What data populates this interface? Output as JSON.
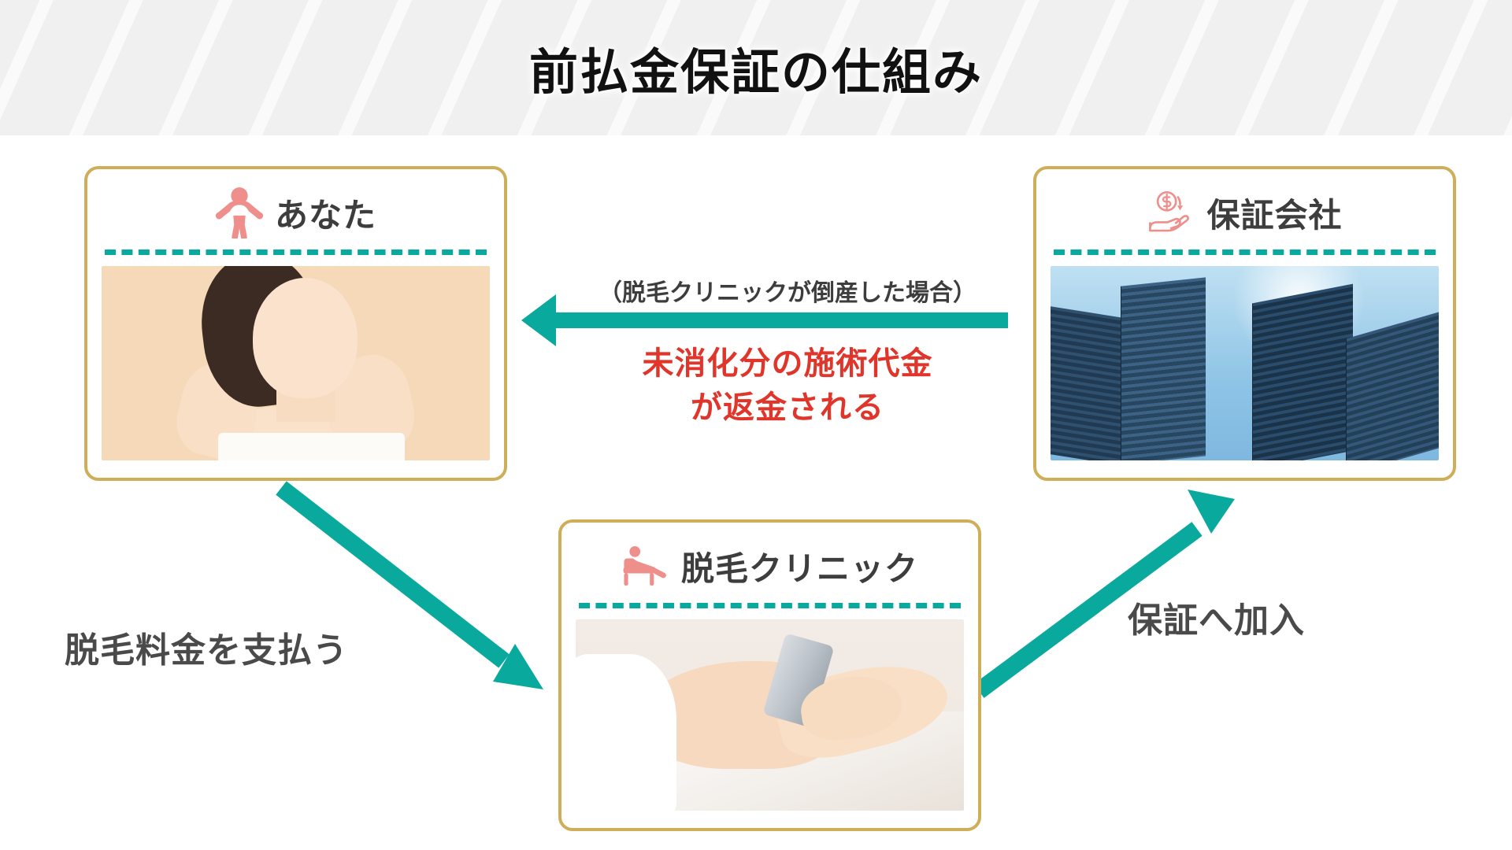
{
  "header": {
    "title": "前払金保証の仕組み"
  },
  "colors": {
    "card_border": "#cfae5a",
    "divider_teal": "#0aa9a0",
    "arrow_teal": "#0aa99e",
    "accent_red": "#e0352a",
    "icon_pink": "#ef8f8c",
    "text_dark": "#4a4a4a",
    "header_bg": "#f0f0f0"
  },
  "cards": [
    {
      "id": "you",
      "title": "あなた",
      "icon": "person-arms-up-icon",
      "photo_alt": "woman-touching-face-photo"
    },
    {
      "id": "guarantee-company",
      "title": "保証会社",
      "icon": "hand-with-money-refund-icon",
      "photo_alt": "office-buildings-photo"
    },
    {
      "id": "clinic",
      "title": "脱毛クリニック",
      "icon": "reclining-treatment-chair-icon",
      "photo_alt": "laser-hair-removal-treatment-photo"
    }
  ],
  "flows": [
    {
      "id": "pay-fee",
      "label": "脱毛料金を支払う",
      "direction": "you-to-clinic"
    },
    {
      "id": "join-guarantee",
      "label": "保証へ加入",
      "direction": "clinic-to-guarantee-company"
    },
    {
      "id": "refund",
      "note": "（脱毛クリニックが倒産した場合）",
      "highlight_line1": "未消化分の施術代金",
      "highlight_line2": "が返金される",
      "direction": "guarantee-company-to-you"
    }
  ]
}
